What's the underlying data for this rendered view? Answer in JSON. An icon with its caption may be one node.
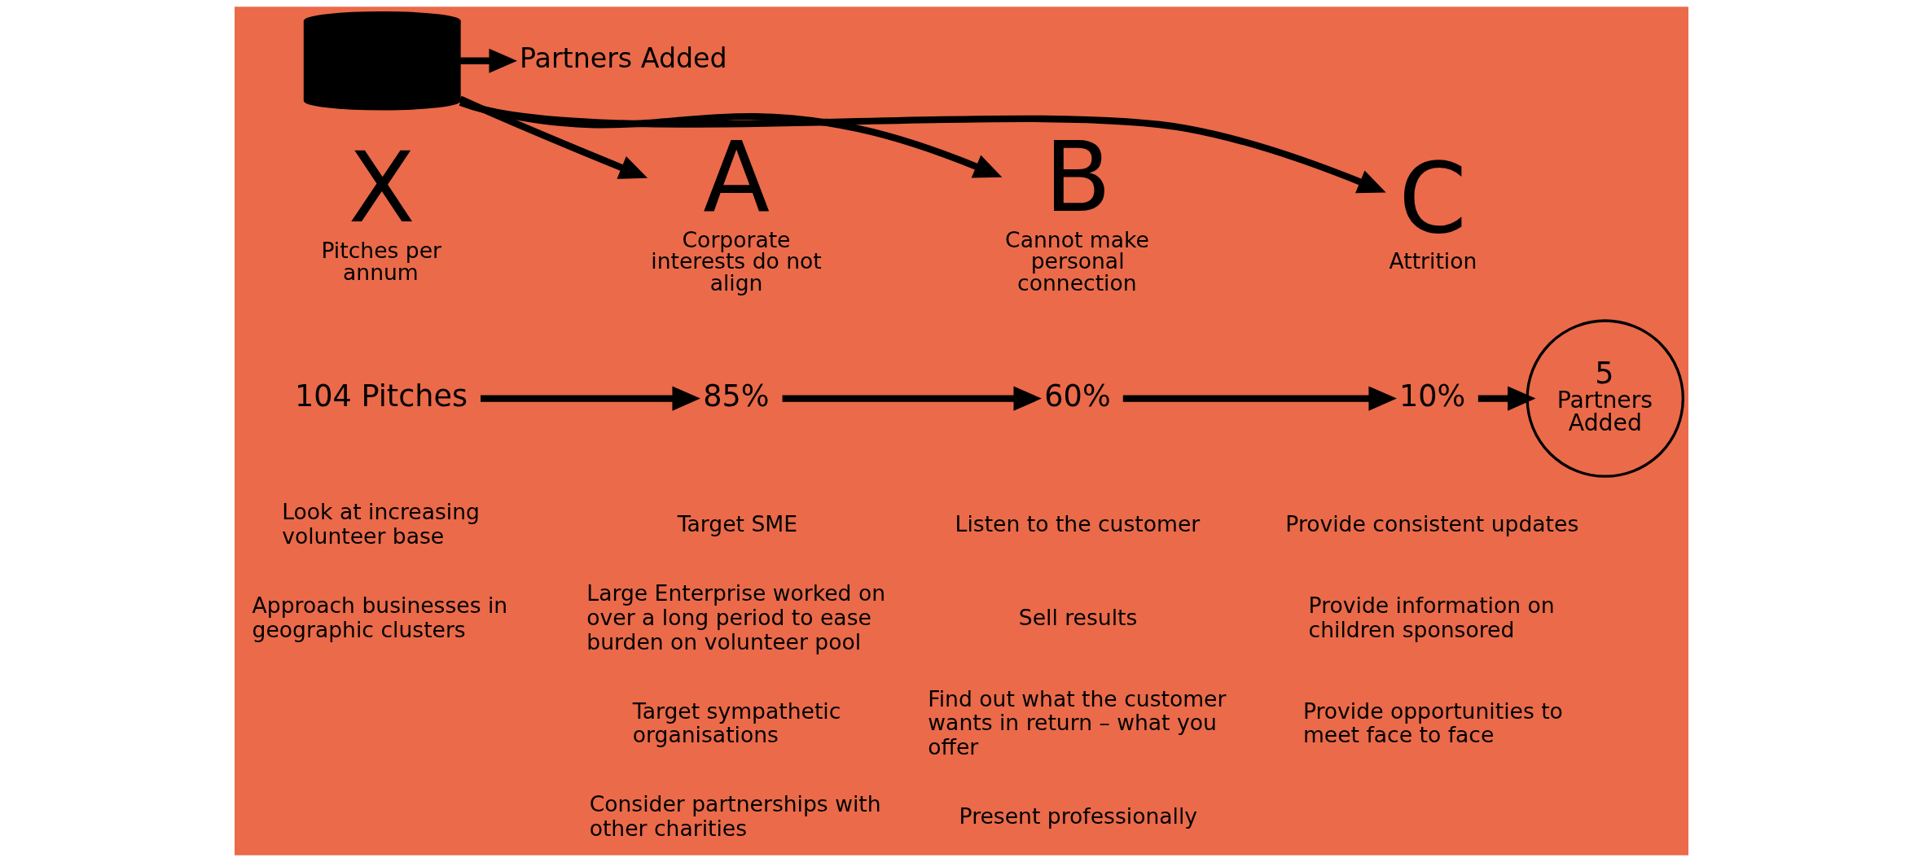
{
  "diagram": {
    "nodes": [
      {
        "text": [],
        "shape": "cylinder"
      },
      {
        "text": [
          "Partners Added"
        ]
      },
      {
        "text": [
          "X",
          "Pitches per annum"
        ]
      },
      {
        "text": [
          "A",
          "Corporate interests do not align"
        ]
      },
      {
        "text": [
          "B",
          "Cannot make personal connection"
        ]
      },
      {
        "text": [
          "C",
          "Attrition"
        ]
      },
      {
        "text": [
          "104 Pitches"
        ]
      },
      {
        "text": [
          "85%"
        ]
      },
      {
        "text": [
          "60%"
        ]
      },
      {
        "text": [
          "10%"
        ]
      },
      {
        "text": [
          "5",
          "Partners Added"
        ]
      }
    ],
    "edges": [
      {
        "from": 0,
        "to": 1,
        "arrow": "to"
      },
      {
        "from": 0,
        "to": 3,
        "arrow": "to"
      },
      {
        "from": 0,
        "to": 4,
        "arrow": "to"
      },
      {
        "from": 0,
        "to": 5,
        "arrow": "to"
      },
      {
        "from": 6,
        "to": 7,
        "arrow": "to"
      },
      {
        "from": 7,
        "to": 8,
        "arrow": "to"
      },
      {
        "from": 8,
        "to": 9,
        "arrow": "to"
      },
      {
        "from": 9,
        "to": 10,
        "arrow": "to"
      }
    ],
    "labels": [
      "Look at increasing volunteer base",
      "Approach businesses in geographic clusters",
      "Target SME",
      "Large Enterprise worked on over a long period to ease burden on volunteer pool",
      "Target sympathetic organisations",
      "Consider partnerships with other charities",
      "Listen to the customer",
      "Sell results",
      "Find out what the customer wants in return – what you offer",
      "Present professionally",
      "Provide consistent updates",
      "Provide information on children sponsored",
      "Provide opportunities to meet face to face"
    ]
  }
}
